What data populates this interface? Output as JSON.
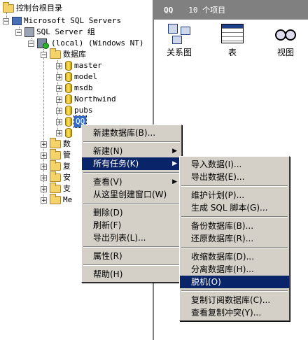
{
  "tree": {
    "root": "控制台根目录",
    "ms_sql": "Microsoft SQL Servers",
    "group": "SQL Server 组",
    "local": "(local) (Windows NT)",
    "databases": "数据库",
    "db_items": [
      "master",
      "model",
      "msdb",
      "Northwind",
      "pubs",
      "QQ",
      ""
    ],
    "folders": [
      "数",
      "管",
      "复",
      "安",
      "支",
      "Me"
    ]
  },
  "right_pane": {
    "name": "QQ",
    "count": "10 个项目",
    "items": [
      {
        "label": "关系图",
        "icon": "diagram-icon"
      },
      {
        "label": "表",
        "icon": "table-icon"
      },
      {
        "label": "视图",
        "icon": "view-icon"
      }
    ]
  },
  "context_menu": {
    "items": [
      {
        "label": "新建数据库(B)..."
      },
      {
        "sep": true
      },
      {
        "label": "新建(N)",
        "submenu": true
      },
      {
        "label": "所有任务(K)",
        "submenu": true,
        "active": true
      },
      {
        "sep": true
      },
      {
        "label": "查看(V)",
        "submenu": true
      },
      {
        "label": "从这里创建窗口(W)"
      },
      {
        "sep": true
      },
      {
        "label": "删除(D)"
      },
      {
        "label": "刷新(F)"
      },
      {
        "label": "导出列表(L)..."
      },
      {
        "sep": true
      },
      {
        "label": "属性(R)"
      },
      {
        "sep": true
      },
      {
        "label": "帮助(H)"
      }
    ]
  },
  "submenu": {
    "items": [
      {
        "label": "导入数据(I)..."
      },
      {
        "label": "导出数据(E)..."
      },
      {
        "sep": true
      },
      {
        "label": "维护计划(P)..."
      },
      {
        "label": "生成 SQL 脚本(G)..."
      },
      {
        "sep": true
      },
      {
        "label": "备份数据库(B)..."
      },
      {
        "label": "还原数据库(R)..."
      },
      {
        "sep": true
      },
      {
        "label": "收缩数据库(D)..."
      },
      {
        "label": "分离数据库(H)..."
      },
      {
        "label": "脱机(O)",
        "active": true
      },
      {
        "sep": true
      },
      {
        "label": "复制订阅数据库(C)..."
      },
      {
        "label": "查看复制冲突(Y)..."
      }
    ]
  }
}
